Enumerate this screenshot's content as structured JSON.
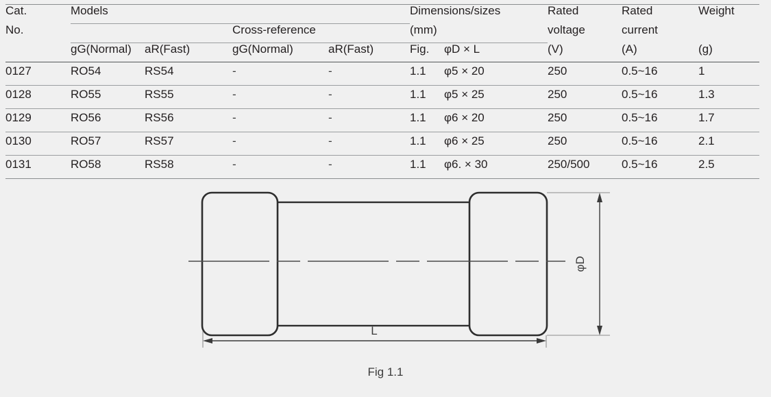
{
  "table": {
    "header": {
      "cat_no_line1": "Cat.",
      "cat_no_line2": "No.",
      "models": "Models",
      "cross_reference": "Cross-reference",
      "dimensions_line1": "Dimensions/sizes",
      "dimensions_line2": "(mm)",
      "rated_voltage_line1": "Rated",
      "rated_voltage_line2": "voltage",
      "rated_voltage_unit": "(V)",
      "rated_current_line1": "Rated",
      "rated_current_line2": "current",
      "rated_current_unit": "(A)",
      "weight": "Weight",
      "weight_unit": "(g)",
      "models_gg": "gG(Normal)",
      "models_ar": "aR(Fast)",
      "xref_gg": "gG(Normal)",
      "xref_ar": "aR(Fast)",
      "fig": "Fig.",
      "dia_x_len": "φD × L"
    },
    "rows": [
      {
        "cat_no": "0127",
        "model_gg": "RO54",
        "model_ar": "RS54",
        "xref_gg": "-",
        "xref_ar": "-",
        "fig": "1.1",
        "dimensions": "φ5 × 20",
        "rated_voltage": "250",
        "rated_current": "0.5~16",
        "weight": "1"
      },
      {
        "cat_no": "0128",
        "model_gg": "RO55",
        "model_ar": "RS55",
        "xref_gg": "-",
        "xref_ar": "-",
        "fig": "1.1",
        "dimensions": "φ5 × 25",
        "rated_voltage": "250",
        "rated_current": "0.5~16",
        "weight": "1.3"
      },
      {
        "cat_no": "0129",
        "model_gg": "RO56",
        "model_ar": "RS56",
        "xref_gg": "-",
        "xref_ar": "-",
        "fig": "1.1",
        "dimensions": "φ6 × 20",
        "rated_voltage": "250",
        "rated_current": "0.5~16",
        "weight": "1.7"
      },
      {
        "cat_no": "0130",
        "model_gg": "RO57",
        "model_ar": "RS57",
        "xref_gg": "-",
        "xref_ar": "-",
        "fig": "1.1",
        "dimensions": "φ6 × 25",
        "rated_voltage": "250",
        "rated_current": "0.5~16",
        "weight": "2.1"
      },
      {
        "cat_no": "0131",
        "model_gg": "RO58",
        "model_ar": "RS58",
        "xref_gg": "-",
        "xref_ar": "-",
        "fig": "1.1",
        "dimensions": "φ6. × 30",
        "rated_voltage": "250/500",
        "rated_current": "0.5~16",
        "weight": "2.5"
      }
    ]
  },
  "drawing": {
    "caption": "Fig 1.1",
    "label_diameter": "φD",
    "label_length": "L"
  }
}
